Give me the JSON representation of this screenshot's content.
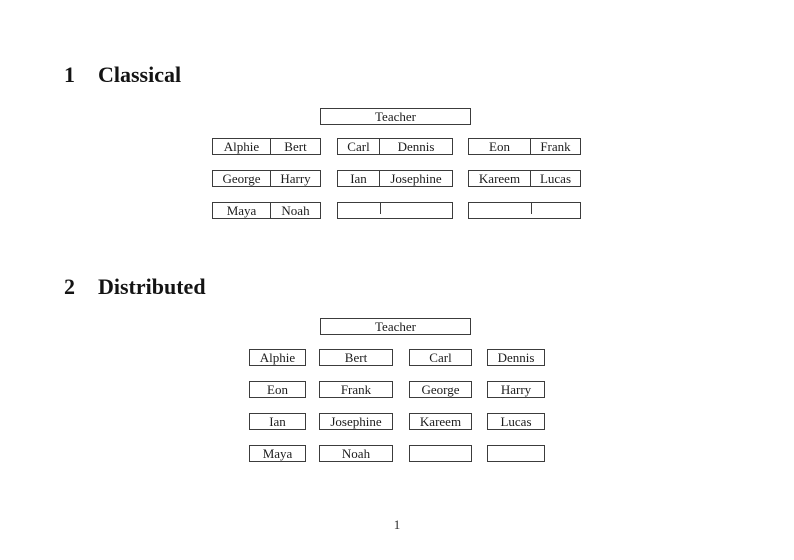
{
  "document": {
    "page_number": "1"
  },
  "classical": {
    "number": "1",
    "title": "Classical",
    "teacher_label": "Teacher",
    "desks": [
      {
        "left": "Alphie",
        "right": "Bert"
      },
      {
        "left": "Carl",
        "right": "Dennis"
      },
      {
        "left": "Eon",
        "right": "Frank"
      },
      {
        "left": "George",
        "right": "Harry"
      },
      {
        "left": "Ian",
        "right": "Josephine"
      },
      {
        "left": "Kareem",
        "right": "Lucas"
      },
      {
        "left": "Maya",
        "right": "Noah"
      },
      {
        "left": "",
        "right": ""
      },
      {
        "left": "",
        "right": ""
      }
    ]
  },
  "distributed": {
    "number": "2",
    "title": "Distributed",
    "teacher_label": "Teacher",
    "seats": [
      "Alphie",
      "Bert",
      "Carl",
      "Dennis",
      "Eon",
      "Frank",
      "George",
      "Harry",
      "Ian",
      "Josephine",
      "Kareem",
      "Lucas",
      "Maya",
      "Noah",
      "",
      ""
    ]
  }
}
